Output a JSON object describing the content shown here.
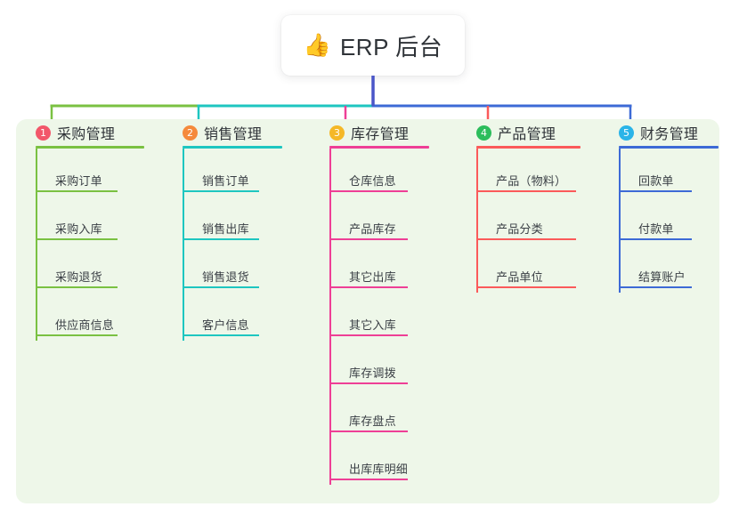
{
  "diagram": {
    "type": "mind-map",
    "root": {
      "emoji": "👍",
      "emoji_name": "thumbs-up-emoji",
      "title": "ERP 后台"
    },
    "panel_background": "#eef7e9",
    "root_stem_color": "#4a56c8",
    "branches": [
      {
        "number": "1",
        "title": "采购管理",
        "color": "#7ac142",
        "badge_color": "#f2576a",
        "items": [
          "采购订单",
          "采购入库",
          "采购退货",
          "供应商信息"
        ]
      },
      {
        "number": "2",
        "title": "销售管理",
        "color": "#1ec6c0",
        "badge_color": "#f58a3c",
        "items": [
          "销售订单",
          "销售出库",
          "销售退货",
          "客户信息"
        ]
      },
      {
        "number": "3",
        "title": "库存管理",
        "color": "#ee3f96",
        "badge_color": "#f5b827",
        "items": [
          "仓库信息",
          "产品库存",
          "其它出库",
          "其它入库",
          "库存调拨",
          "库存盘点",
          "出库库明细"
        ]
      },
      {
        "number": "4",
        "title": "产品管理",
        "color": "#fb5a5a",
        "badge_color": "#2cbd5c",
        "items": [
          "产品（物料）",
          "产品分类",
          "产品单位"
        ]
      },
      {
        "number": "5",
        "title": "财务管理",
        "color": "#3d6ad6",
        "badge_color": "#2ab4e8",
        "items": [
          "回款单",
          "付款单",
          "结算账户"
        ]
      }
    ]
  }
}
